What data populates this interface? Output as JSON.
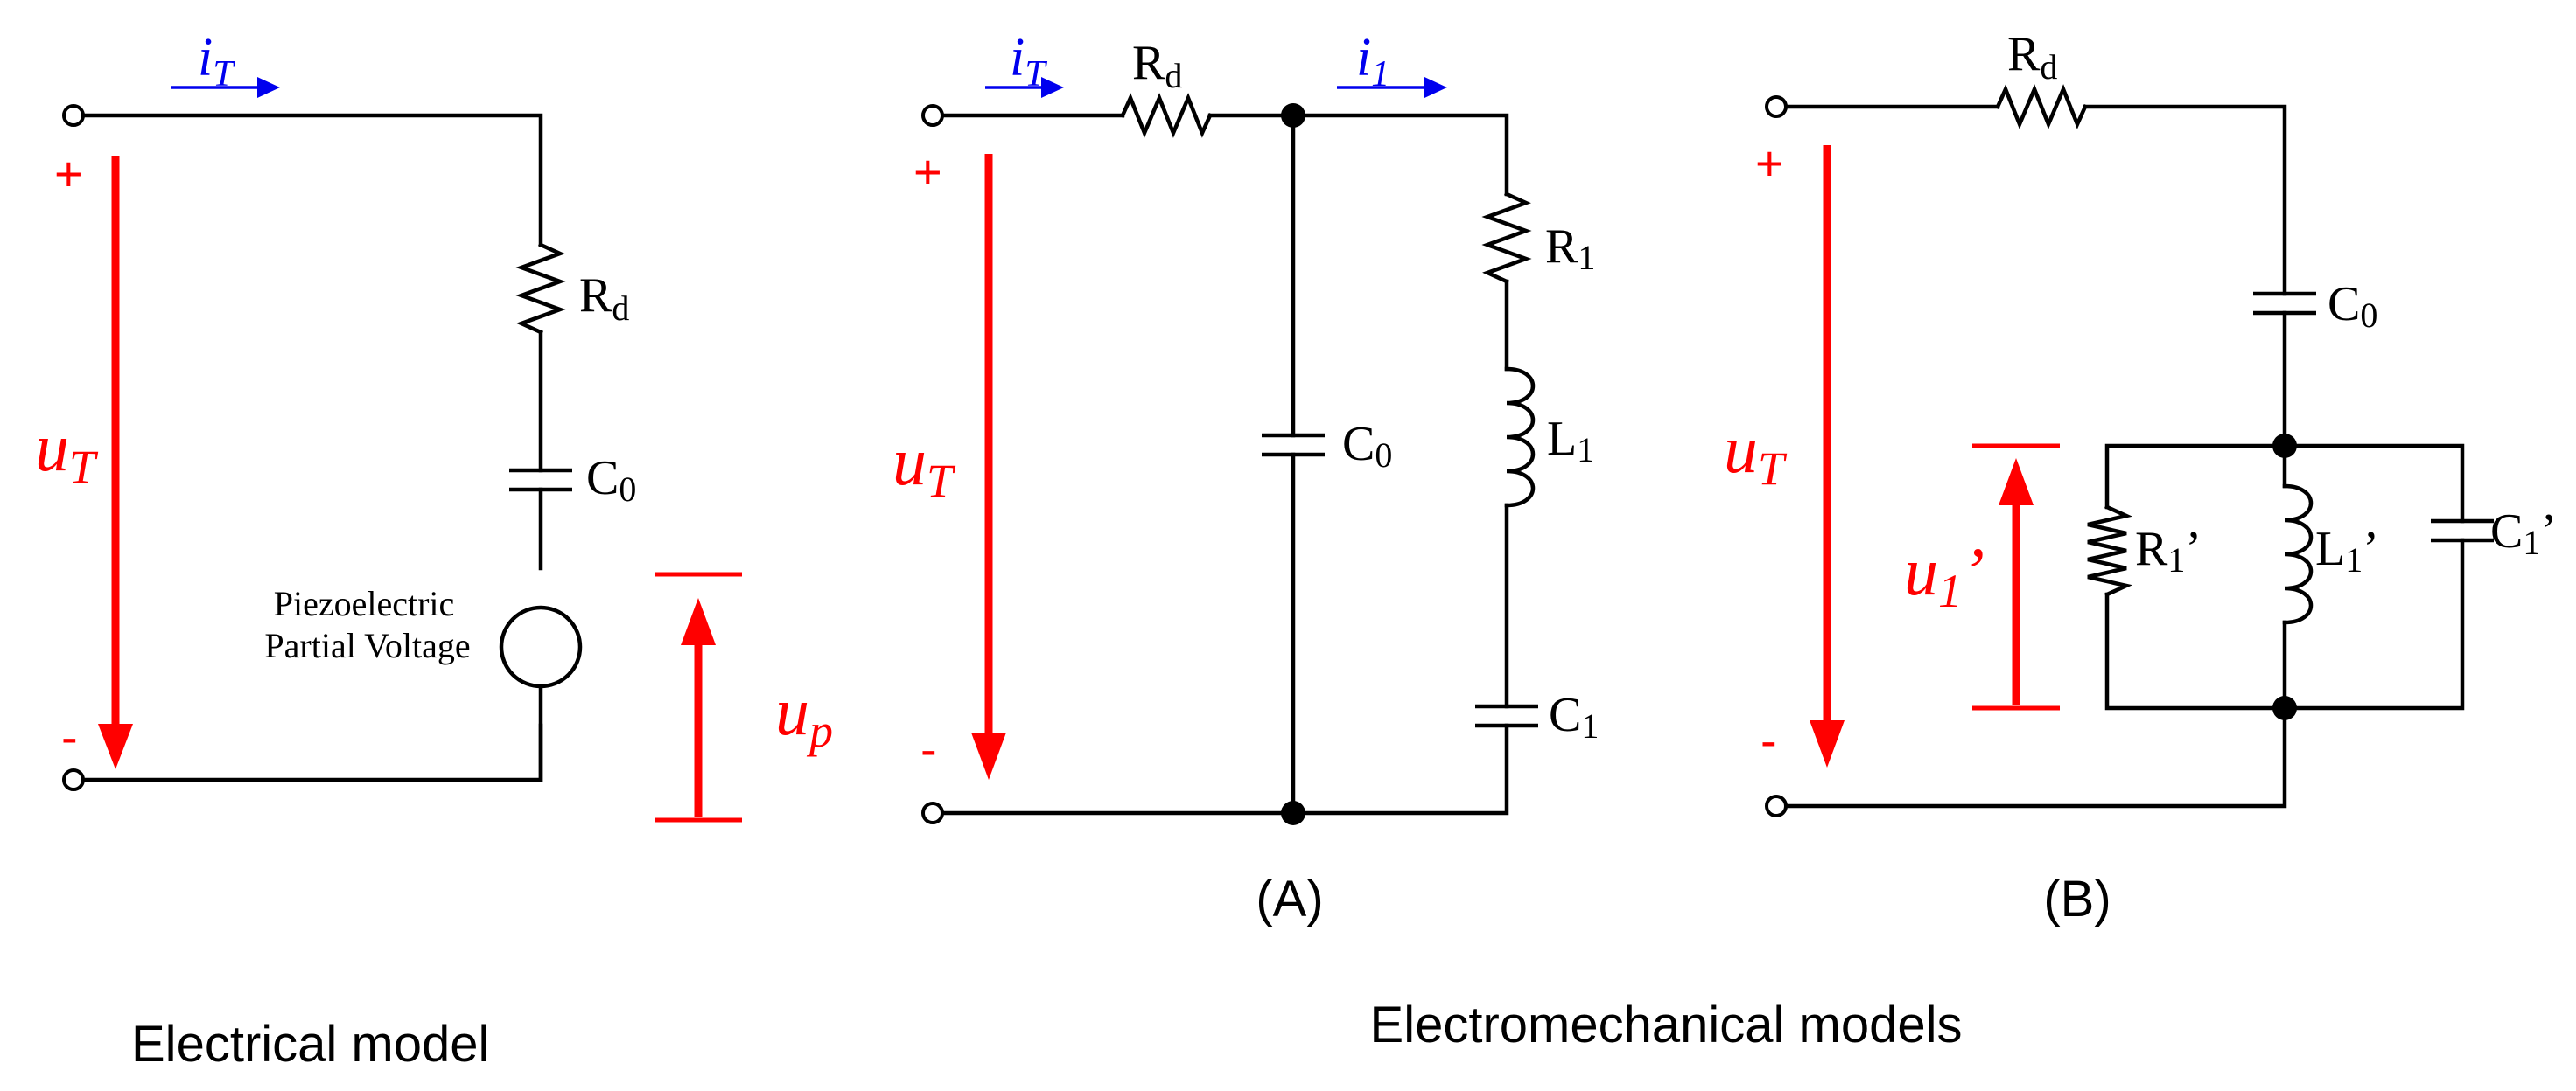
{
  "electrical_model": {
    "current": {
      "main": "i",
      "sub": "T"
    },
    "voltage": {
      "main": "u",
      "sub": "T"
    },
    "plus": "+",
    "minus": "-",
    "resistor": {
      "main": "R",
      "sub": "d"
    },
    "capacitor": {
      "main": "C",
      "sub": "0"
    },
    "source_line1": "Piezoelectric",
    "source_line2": "Partial Voltage",
    "source_voltage": {
      "main": "u",
      "sub": "p"
    },
    "caption": "Electrical model"
  },
  "model_a": {
    "current_in": {
      "main": "i",
      "sub": "T"
    },
    "current_branch": {
      "main": "i",
      "sub": "1"
    },
    "voltage": {
      "main": "u",
      "sub": "T"
    },
    "plus": "+",
    "minus": "-",
    "rd": {
      "main": "R",
      "sub": "d"
    },
    "c0": {
      "main": "C",
      "sub": "0"
    },
    "r1": {
      "main": "R",
      "sub": "1"
    },
    "l1": {
      "main": "L",
      "sub": "1"
    },
    "c1": {
      "main": "C",
      "sub": "1"
    },
    "caption": "(A)"
  },
  "model_b": {
    "voltage": {
      "main": "u",
      "sub": "T"
    },
    "plus": "+",
    "minus": "-",
    "rd": {
      "main": "R",
      "sub": "d"
    },
    "c0": {
      "main": "C",
      "sub": "0"
    },
    "u1p": {
      "main": "u",
      "sub": "1",
      "prime": "’"
    },
    "r1p": {
      "main": "R",
      "sub": "1",
      "prime": "’"
    },
    "l1p": {
      "main": "L",
      "sub": "1",
      "prime": "’"
    },
    "c1p": {
      "main": "C",
      "sub": "1",
      "prime": "’"
    },
    "caption": "(B)"
  },
  "electromechanical_caption": "Electromechanical models",
  "colors": {
    "voltage_arrows": "#ff0000",
    "current_arrows": "#0000ee",
    "wires": "#000000"
  }
}
